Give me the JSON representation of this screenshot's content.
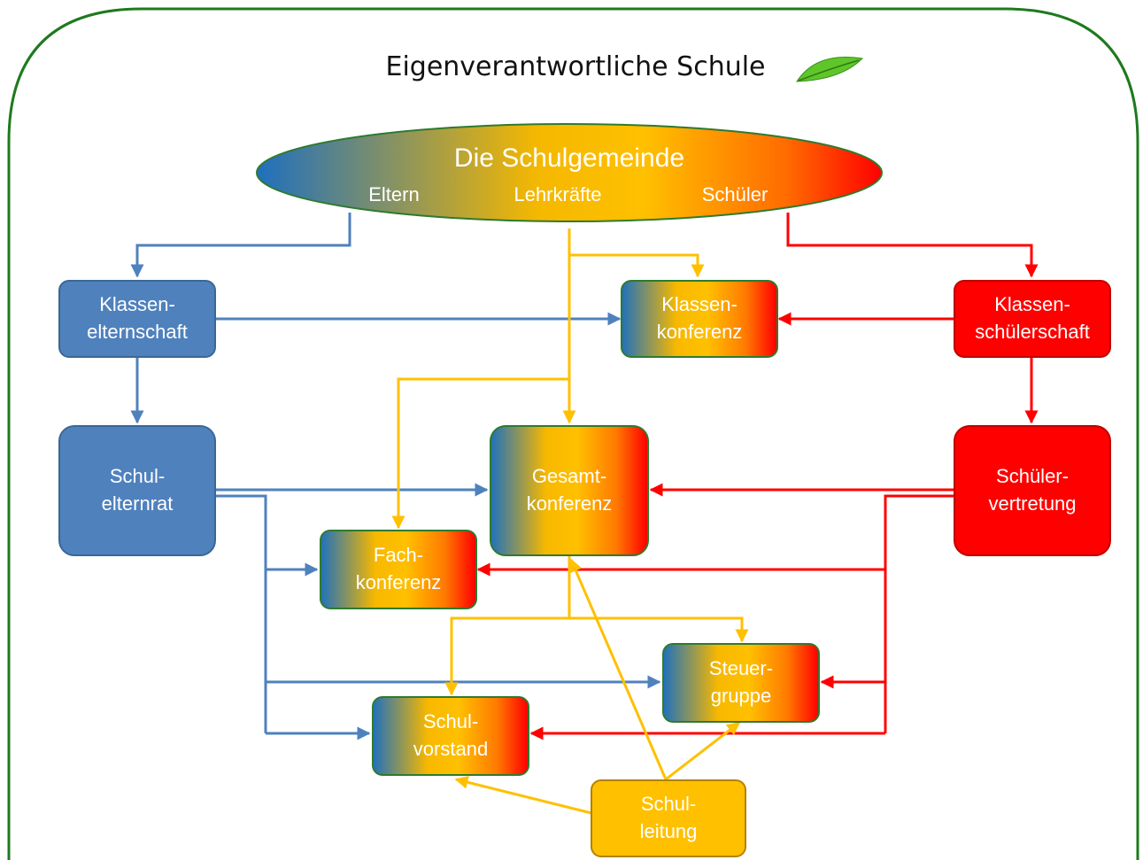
{
  "title": "Eigenverantwortliche Schule",
  "schulgemeinde": {
    "title": "Die Schulgemeinde",
    "eltern": "Eltern",
    "lehrkraefte": "Lehrkräfte",
    "schueler": "Schüler"
  },
  "boxes": {
    "klassenelternschaft": [
      "Klassen-",
      "elternschaft"
    ],
    "klassenkonferenz": [
      "Klassen-",
      "konferenz"
    ],
    "klassenschuelerschaft": [
      "Klassen-",
      "schülerschaft"
    ],
    "schulelternrat": [
      "Schul-",
      "elternrat"
    ],
    "gesamtkonferenz": [
      "Gesamt-",
      "konferenz"
    ],
    "schuelervertretung": [
      "Schüler-",
      "vertretung"
    ],
    "fachkonferenz": [
      "Fach-",
      "konferenz"
    ],
    "steuergruppe": [
      "Steuer-",
      "gruppe"
    ],
    "schulvorstand": [
      "Schul-",
      "vorstand"
    ],
    "schulleitung": [
      "Schul-",
      "leitung"
    ]
  },
  "colors": {
    "frame": "#1e7a1e",
    "eltern": "#4f81bd",
    "lehrkraefte": "#ffc000",
    "schueler": "#ff0000"
  }
}
